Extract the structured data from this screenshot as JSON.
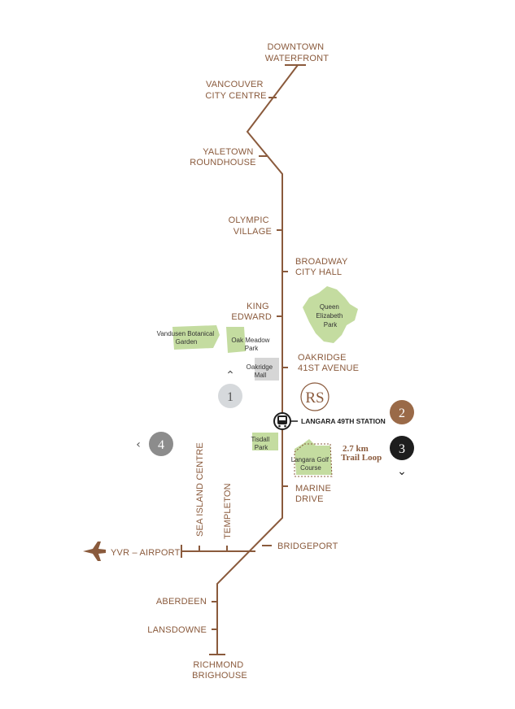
{
  "colors": {
    "line": "#8a5a3c",
    "label": "#8a5a3c",
    "park": "#c4dca0",
    "marker_1": "#d6d9dc",
    "marker_2": "#9a6a48",
    "marker_3": "#1e1e1e",
    "marker_4": "#8c8c8c"
  },
  "stations": {
    "downtown_waterfront": [
      "DOWNTOWN",
      "WATERFRONT"
    ],
    "vancouver_city_centre": [
      "VANCOUVER",
      "CITY CENTRE"
    ],
    "yaletown_roundhouse": [
      "YALETOWN",
      "ROUNDHOUSE"
    ],
    "olympic_village": [
      "OLYMPIC",
      "VILLAGE"
    ],
    "broadway_city_hall": [
      "BROADWAY",
      "CITY HALL"
    ],
    "king_edward": [
      "KING",
      "EDWARD"
    ],
    "oakridge_41st": [
      "OAKRIDGE",
      "41ST AVENUE"
    ],
    "langara_49th": "LANGARA 49TH STATION",
    "marine_drive": [
      "MARINE",
      "DRIVE"
    ],
    "bridgeport": "BRIDGEPORT",
    "yvr_airport": "YVR – AIRPORT",
    "sea_island_centre": "SEA ISLAND CENTRE",
    "templeton": "TEMPLETON",
    "aberdeen": "ABERDEEN",
    "lansdowne": "LANSDOWNE",
    "richmond_brighouse": [
      "RICHMOND",
      "BRIGHOUSE"
    ]
  },
  "parks": {
    "queen_elizabeth": [
      "Queen",
      "Elizabeth",
      "Park"
    ],
    "vandusen": [
      "Vandusen Botanical",
      "Garden"
    ],
    "oak_meadow": [
      "Oak Meadow",
      "Park"
    ],
    "oakridge_mall": [
      "Oakridge",
      "Mall"
    ],
    "tisdall": [
      "Tisdall",
      "Park"
    ],
    "langara_golf": [
      "Langara Golf",
      "Course"
    ]
  },
  "trail": [
    "2.7 km",
    "Trail Loop"
  ],
  "logo_monogram": "RS",
  "markers": {
    "m1": "1",
    "m2": "2",
    "m3": "3",
    "m4": "4"
  }
}
